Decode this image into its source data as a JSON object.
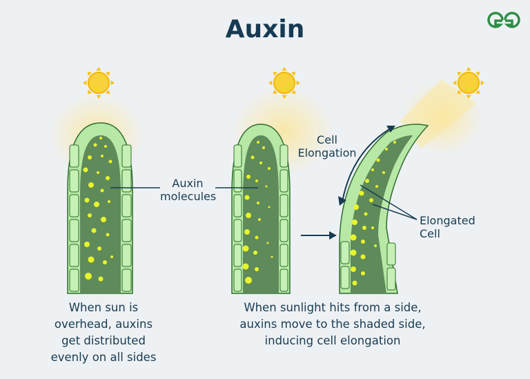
{
  "title": "Auxin",
  "labels": {
    "auxin_molecules": [
      "Auxin",
      "molecules"
    ],
    "cell_elongation": [
      "Cell",
      "Elongation"
    ],
    "elongated_cell": [
      "Elongated",
      "Cell"
    ]
  },
  "captions": {
    "left": [
      "When sun is",
      "overhead, auxins",
      "get distributed",
      "evenly on all sides"
    ],
    "right": [
      "When sunlight hits from a side,",
      "auxins move to the shaded side,",
      "inducing cell elongation"
    ]
  },
  "colors": {
    "background": "#eef1f4",
    "text": "#173b52",
    "stem_inner": "#5f8a5a",
    "cell": "#b8e8a6",
    "cell_border": "#2e6b2e",
    "auxin": "#e8f52a",
    "sun": "#f7c21a",
    "logo": "#2f8d46"
  },
  "icons": [
    "sun-icon",
    "arrow-right-icon",
    "double-arrow-icon",
    "logo-icon"
  ]
}
